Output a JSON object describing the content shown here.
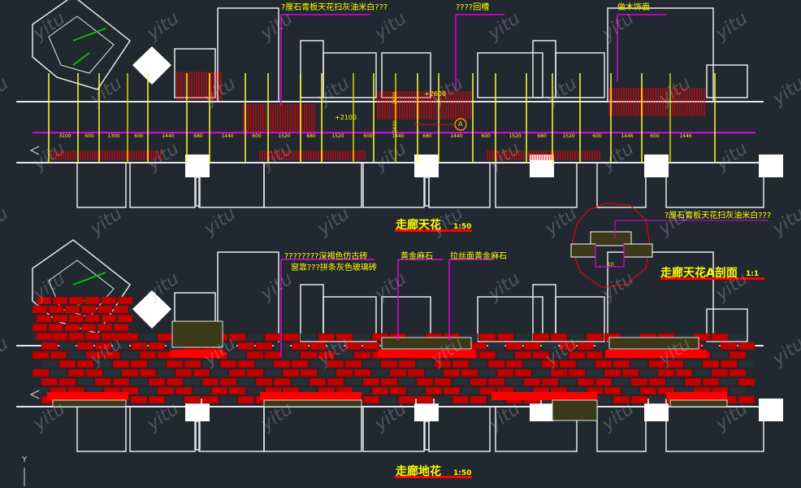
{
  "top_plan": {
    "title": "走廊天花",
    "scale": "1:50",
    "notes": [
      "?厘石膏板天花扫灰油米白???",
      "????回槽",
      "做木饰面"
    ],
    "elevations": [
      "+2100",
      "+2600",
      "2600",
      "2600"
    ],
    "section_marker": "A",
    "dimensions": [
      "3100",
      "600",
      "1300",
      "600",
      "1440",
      "680",
      "1440",
      "600",
      "1520",
      "680",
      "1520",
      "600",
      "1440",
      "680",
      "1440",
      "600",
      "1520",
      "680",
      "1520",
      "600",
      "1446",
      "600",
      "1446"
    ]
  },
  "section_detail": {
    "title": "走廊天花A剖面",
    "scale": "1:1",
    "note": "?厘石膏板天花扫灰油米白???",
    "dim": "10"
  },
  "bottom_plan": {
    "title": "走廊地花",
    "scale": "1:50",
    "notes": [
      "????????深褐色仿古砖",
      "窗靠???拼条灰色玻璃砖",
      "黄金麻石",
      "拉丝面黄金麻石"
    ]
  },
  "watermark": "yitu",
  "axis_label": "Y",
  "colors": {
    "background": "#212830",
    "wall": "#e8e8e8",
    "accent": "#ff0000",
    "text": "#ffff00",
    "leader": "#e000e0",
    "green": "#00c000"
  }
}
